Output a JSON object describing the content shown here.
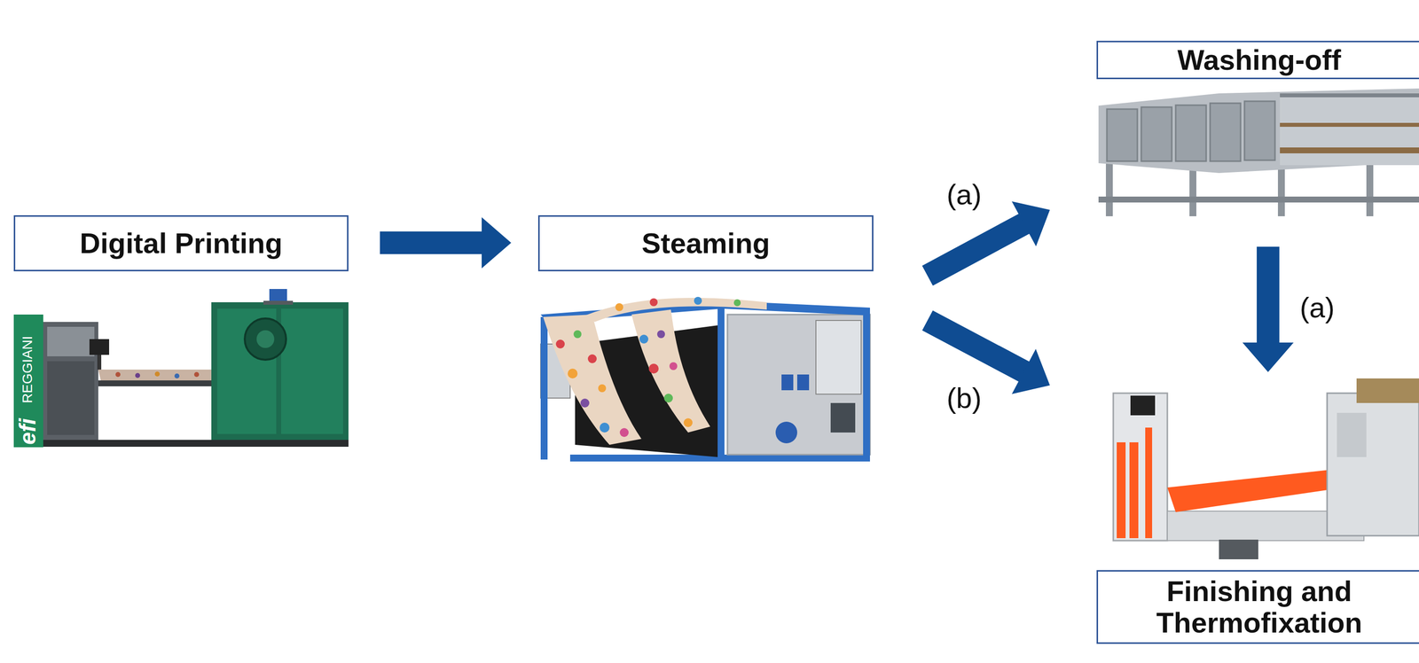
{
  "diagram": {
    "nodes": [
      {
        "text": [
          "Digital Printing"
        ]
      },
      {
        "text": [
          "Steaming"
        ]
      },
      {
        "text": [
          "Washing-off"
        ]
      },
      {
        "text": [
          "Finishing and Thermofixation"
        ]
      }
    ],
    "edges": [
      {
        "from": 0,
        "to": 1,
        "arrow": "to"
      },
      {
        "from": 1,
        "to": 2,
        "label": "(a)",
        "arrow": "to"
      },
      {
        "from": 1,
        "to": 3,
        "label": "(b)",
        "arrow": "to"
      },
      {
        "from": 2,
        "to": 3,
        "label": "(a)",
        "arrow": "to"
      }
    ],
    "labels": [
      "efi",
      "REGGIANI"
    ]
  }
}
